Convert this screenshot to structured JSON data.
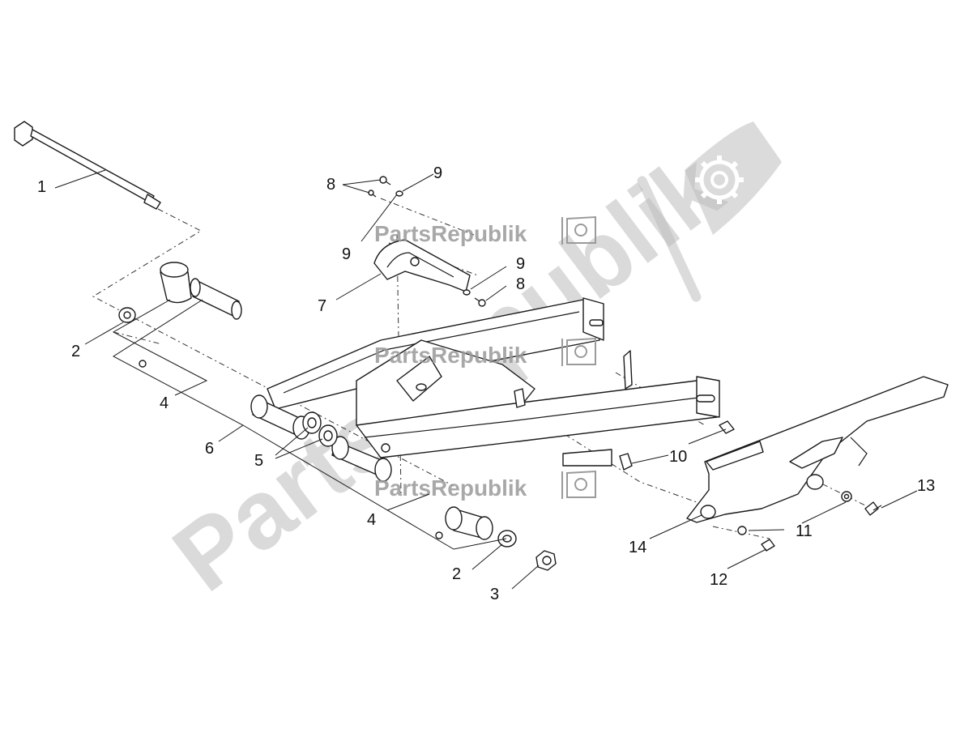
{
  "diagram": {
    "callouts": [
      {
        "id": "1",
        "label": "1"
      },
      {
        "id": "2a",
        "label": "2"
      },
      {
        "id": "2b",
        "label": "2"
      },
      {
        "id": "3",
        "label": "3"
      },
      {
        "id": "4a",
        "label": "4"
      },
      {
        "id": "4b",
        "label": "4"
      },
      {
        "id": "5",
        "label": "5"
      },
      {
        "id": "6",
        "label": "6"
      },
      {
        "id": "7",
        "label": "7"
      },
      {
        "id": "8a",
        "label": "8"
      },
      {
        "id": "8b",
        "label": "8"
      },
      {
        "id": "9a",
        "label": "9"
      },
      {
        "id": "9b",
        "label": "9"
      },
      {
        "id": "9c",
        "label": "9"
      },
      {
        "id": "10",
        "label": "10"
      },
      {
        "id": "11",
        "label": "11"
      },
      {
        "id": "12",
        "label": "12"
      },
      {
        "id": "13",
        "label": "13"
      },
      {
        "id": "14",
        "label": "14"
      }
    ]
  },
  "watermark": {
    "brand_big": "PartsRepublik",
    "brand_small": "PartsRepublik",
    "icon": "gear-icon",
    "color": "#bdbdbd"
  }
}
